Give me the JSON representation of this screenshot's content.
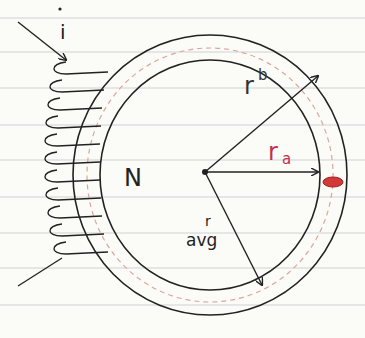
{
  "diagram": {
    "labels": [
      "i",
      "N",
      "r",
      "b",
      "r",
      "a",
      "r",
      "avg"
    ]
  }
}
